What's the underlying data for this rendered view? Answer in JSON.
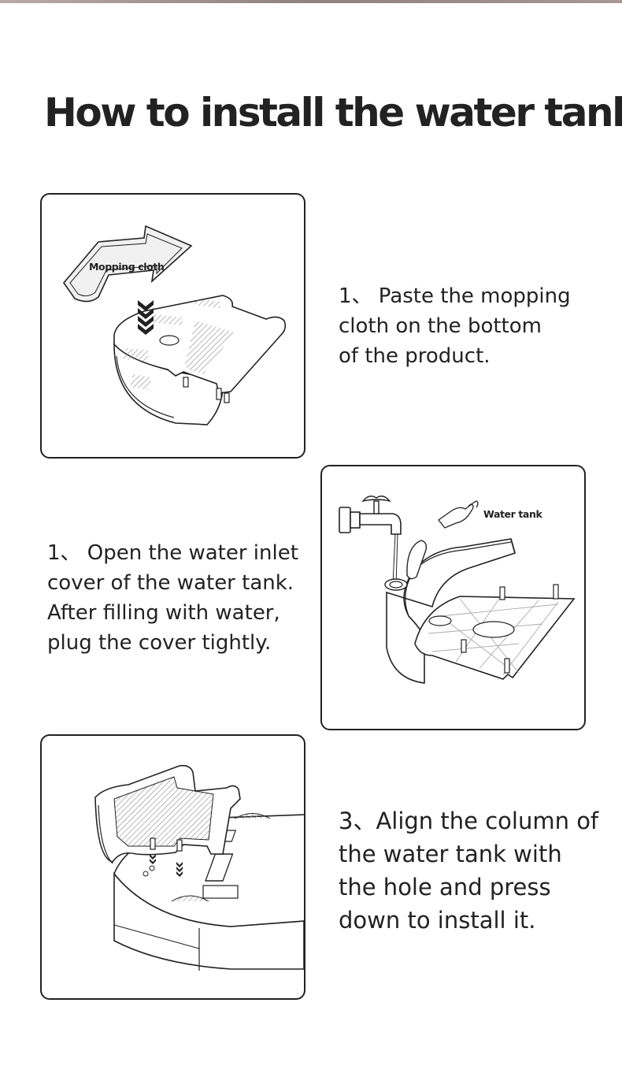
{
  "title": "How to install the water tank",
  "steps": [
    {
      "text": "1、 Paste the mopping\ncloth on the bottom\nof the product.",
      "label": "Mopping cloth",
      "label_icon": "chevron-down-arrows-icon"
    },
    {
      "text": "1、 Open the water inlet\ncover of the water tank.\nAfter filling with water,\nplug the cover tightly.",
      "label": "Water tank",
      "label_icon": "pointing-hand-icon"
    },
    {
      "text": "3、Align the column of\nthe water tank with\nthe hole and press\ndown to install it.",
      "label_icon": "chevron-down-arrows-icon"
    }
  ],
  "colors": {
    "text": "#222222",
    "line": "#222222",
    "panel_border": "#222222",
    "hatch": "#9a9a9a",
    "fill_gray": "#eeeeee"
  }
}
